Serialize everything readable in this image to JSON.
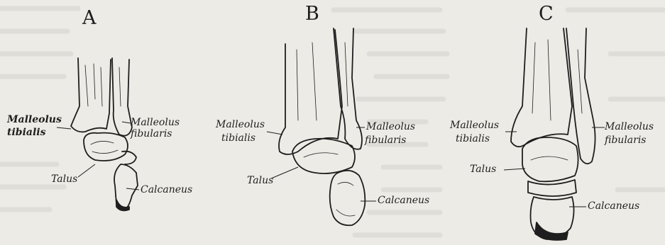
{
  "panels": [
    {
      "id": "A",
      "letter": "A",
      "labels": {
        "malleolus_tibialis": [
          "Malleolus",
          "tibialis"
        ],
        "malleolus_fibularis": [
          "Malleolus",
          "fibularis"
        ],
        "talus": "Talus",
        "calcaneus": "Calcaneus"
      }
    },
    {
      "id": "B",
      "letter": "B",
      "labels": {
        "malleolus_tibialis": [
          "Malleolus",
          "tibialis"
        ],
        "malleolus_fibularis": [
          "Malleolus",
          "fibularis"
        ],
        "talus": "Talus",
        "calcaneus": "Calcaneus"
      }
    },
    {
      "id": "C",
      "letter": "C",
      "labels": {
        "malleolus_tibialis": [
          "Malleolus",
          "tibialis"
        ],
        "malleolus_fibularis": [
          "Malleolus",
          "fibularis"
        ],
        "talus": "Talus",
        "calcaneus": "Calcaneus"
      }
    }
  ],
  "colors": {
    "paper": "#ecebe6",
    "ink": "#1e1e1e",
    "bleed_text": "#d4d3cd"
  }
}
